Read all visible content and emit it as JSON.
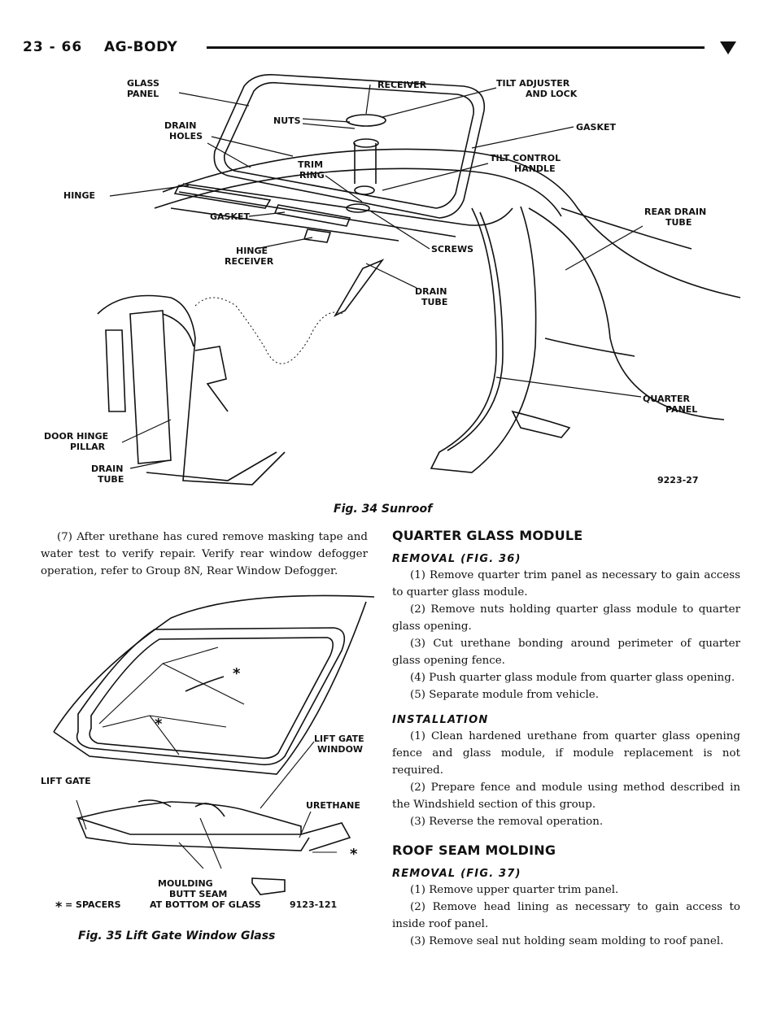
{
  "header": {
    "page_number": "23 - 66",
    "section": "AG-BODY"
  },
  "figure34": {
    "caption": "Fig. 34 Sunroof",
    "code": "9223-27",
    "labels": {
      "glass_panel_1": "GLASS",
      "glass_panel_2": "PANEL",
      "receiver": "RECEIVER",
      "tilt_adjuster_1": "TILT ADJUSTER",
      "tilt_adjuster_2": "AND LOCK",
      "nuts": "NUTS",
      "gasket_top": "GASKET",
      "drain_holes_1": "DRAIN",
      "drain_holes_2": "HOLES",
      "tilt_control_1": "TILT CONTROL",
      "tilt_control_2": "HANDLE",
      "trim_ring_1": "TRIM",
      "trim_ring_2": "RING",
      "hinge": "HINGE",
      "rear_drain_1": "REAR DRAIN",
      "rear_drain_2": "TUBE",
      "gasket_bottom": "GASKET",
      "hinge_receiver_1": "HINGE",
      "hinge_receiver_2": "RECEIVER",
      "screws": "SCREWS",
      "drain_tube_1": "DRAIN",
      "drain_tube_2": "TUBE",
      "quarter_panel_1": "QUARTER",
      "quarter_panel_2": "PANEL",
      "door_hinge_1": "DOOR HINGE",
      "door_hinge_2": "PILLAR",
      "drain_tube_low_1": "DRAIN",
      "drain_tube_low_2": "TUBE"
    }
  },
  "left_text": "(7) After urethane has cured remove masking tape and water test to verify repair. Verify rear window defogger operation, refer to Group 8N, Rear Window Defogger.",
  "figure35": {
    "caption": "Fig. 35 Lift Gate Window Glass",
    "code": "9123-121",
    "labels": {
      "lift_gate_window_1": "LIFT GATE",
      "lift_gate_window_2": "WINDOW",
      "lift_gate": "LIFT GATE",
      "urethane": "URETHANE",
      "moulding_1": "MOULDING",
      "moulding_2": "BUTT SEAM",
      "moulding_3": "AT BOTTOM OF GLASS",
      "spacers": "= SPACERS",
      "asterisk": "*"
    }
  },
  "right": {
    "quarter_title": "QUARTER GLASS MODULE",
    "removal36_title": "REMOVAL (FIG. 36)",
    "removal36_steps": [
      "(1) Remove quarter trim panel as necessary to gain access to quarter glass module.",
      "(2) Remove nuts holding quarter glass module to quarter glass opening.",
      "(3) Cut urethane bonding around perimeter of quarter glass opening fence.",
      "(4) Push quarter glass module from quarter glass opening.",
      "(5) Separate module from vehicle."
    ],
    "installation_title": "INSTALLATION",
    "installation_steps": [
      "(1) Clean hardened urethane from quarter glass opening fence and glass module, if module replacement is not required.",
      "(2) Prepare fence and module using method described in the Windshield section of this group.",
      "(3) Reverse the removal operation."
    ],
    "roof_title": "ROOF SEAM MOLDING",
    "removal37_title": "REMOVAL (FIG. 37)",
    "removal37_steps": [
      "(1) Remove upper quarter trim panel.",
      "(2) Remove head lining as necessary to gain access to inside roof panel.",
      "(3) Remove seal nut holding seam molding to roof panel."
    ]
  }
}
